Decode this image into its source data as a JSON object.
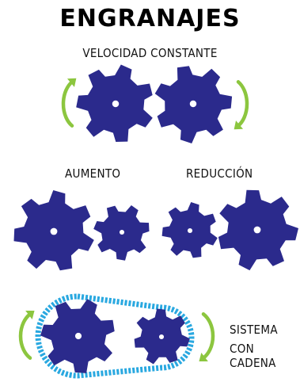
{
  "title": "ENGRANAJES",
  "sections": {
    "constant": "VELOCIDAD CONSTANTE",
    "increase": "AUMENTO",
    "reduction": "REDUCCIÓN",
    "chain_line1": "SISTEMA",
    "chain_line2": "CON CADENA"
  },
  "colors": {
    "gear": "#2b2a8c",
    "arrow": "#8cc63f",
    "chain": "#29a8e0",
    "hub": "#ffffff"
  },
  "icons": [
    "gear-icon",
    "rotation-arrow-icon",
    "chain-icon"
  ]
}
